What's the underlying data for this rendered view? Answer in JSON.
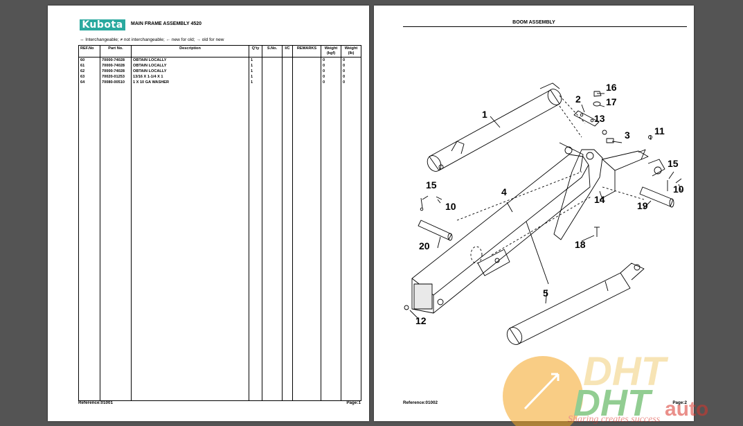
{
  "page1": {
    "logo_text": "Kubota",
    "title": "MAIN FRAME ASSEMBLY 4520",
    "legend": "↔ Interchangeable;    ≠ not interchangeable;    ← new for old;    → old for new",
    "columns": [
      "REF.No",
      "Part No.",
      "Description",
      "Q'ty",
      "S.No.",
      "I/C",
      "REMARKS",
      "Weight (kgf)",
      "Weight (lb)"
    ],
    "rows": [
      {
        "ref": "60",
        "part": "70000-74028",
        "desc": "OBTAIN LOCALLY",
        "qty": "1",
        "kgf": "0",
        "lb": "0"
      },
      {
        "ref": "61",
        "part": "70000-74028",
        "desc": "OBTAIN LOCALLY",
        "qty": "1",
        "kgf": "0",
        "lb": "0"
      },
      {
        "ref": "62",
        "part": "70000-74028",
        "desc": "OBTAIN LOCALLY",
        "qty": "1",
        "kgf": "0",
        "lb": "0"
      },
      {
        "ref": "63",
        "part": "70020-01253",
        "desc": "13/16 X 1-1/4 X 1",
        "qty": "1",
        "kgf": "0",
        "lb": "0"
      },
      {
        "ref": "64",
        "part": "70080-00510",
        "desc": "1 X 10 GA WASHER",
        "qty": "1",
        "kgf": "0",
        "lb": "0"
      }
    ],
    "reference": "Reference:01001",
    "page": "Page:1"
  },
  "page2": {
    "title": "BOOM ASSEMBLY",
    "reference": "Reference:01002",
    "page": "Page:2",
    "callouts": [
      "1",
      "2",
      "16",
      "17",
      "13",
      "3",
      "11",
      "15",
      "10",
      "19",
      "4",
      "14",
      "15",
      "10",
      "20",
      "18",
      "5",
      "12"
    ]
  },
  "watermark": {
    "brand": "DHT",
    "auto": "auto",
    "slogan": "Sharing creates success",
    "colors": {
      "orange": "#f5a623",
      "green": "#3aa63a",
      "red": "#d9342b"
    }
  }
}
